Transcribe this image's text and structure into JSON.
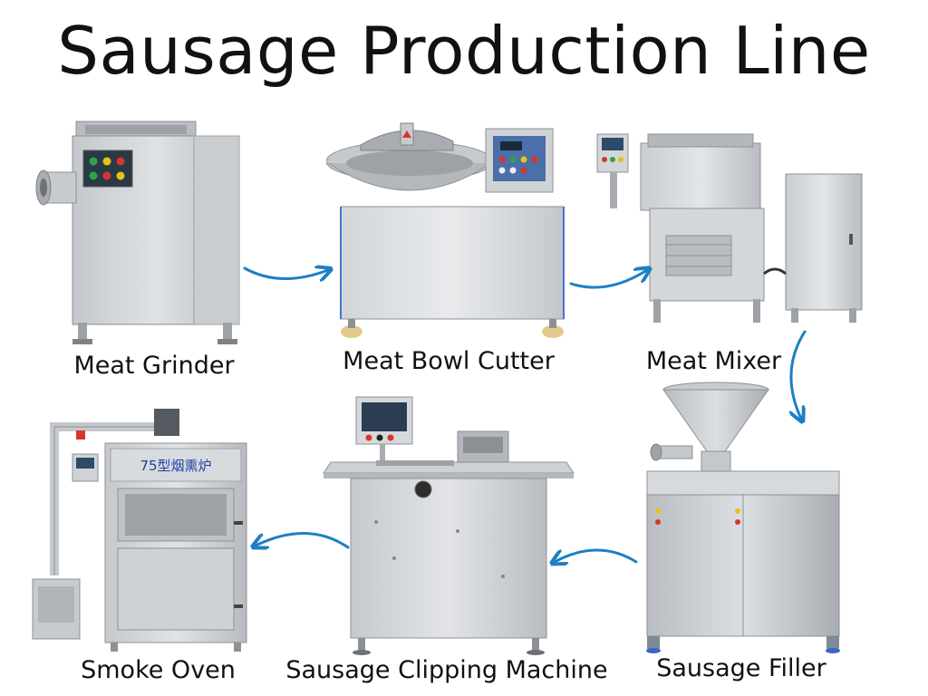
{
  "title": "Sausage Production Line",
  "stages": [
    {
      "label": "Meat Grinder",
      "icon": "meat-grinder-icon"
    },
    {
      "label": "Meat Bowl Cutter",
      "icon": "bowl-cutter-icon"
    },
    {
      "label": "Meat Mixer",
      "icon": "meat-mixer-icon"
    },
    {
      "label": "Sausage Filler",
      "icon": "sausage-filler-icon"
    },
    {
      "label": "Sausage Clipping Machine",
      "icon": "clipping-machine-icon"
    },
    {
      "label": "Smoke Oven",
      "icon": "smoke-oven-icon"
    }
  ],
  "smoke_oven_plate": "75型烟熏炉",
  "colors": {
    "arrow": "#1d7fc4",
    "steel_light": "#d9dcdf",
    "steel_mid": "#b9bdc1",
    "steel_dark": "#8d9196",
    "text": "#111111"
  }
}
